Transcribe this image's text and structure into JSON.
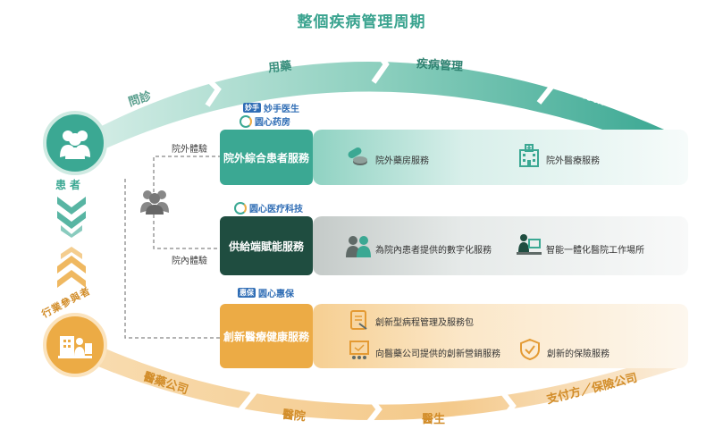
{
  "title": "整個疾病管理周期",
  "top_stages": [
    "問診",
    "用藥",
    "疾病管理",
    "付款"
  ],
  "bottom_stages": [
    "醫藥公司",
    "醫院",
    "醫生",
    "支付方／保險公司"
  ],
  "patients_label": "患者",
  "participants_label": "行業參與者",
  "branch_labels": {
    "outside": "院外體驗",
    "inside": "院內體驗"
  },
  "services": [
    {
      "name": "院外綜合患者服務",
      "logos": [
        "妙手医生",
        "圆心药房"
      ],
      "items": [
        "院外藥房服務",
        "院外醫療服務"
      ]
    },
    {
      "name": "供給端賦能服務",
      "logos": [
        "圆心医疗科技"
      ],
      "items": [
        "為院內患者提供的數字化服務",
        "智能一體化醫院工作場所"
      ]
    },
    {
      "name": "創新醫療健康服務",
      "logos": [
        "圆心惠保"
      ],
      "items": [
        "創新型病程管理及服務包",
        "向醫藥公司提供的創新營銷服務",
        "創新的保險服務"
      ]
    }
  ],
  "colors": {
    "teal": "#3ba893",
    "teal_light": "#bfe4da",
    "dark_green": "#1f4d40",
    "orange": "#ecab45",
    "orange_light": "#f8dcb0",
    "gray": "#5f6a67"
  }
}
